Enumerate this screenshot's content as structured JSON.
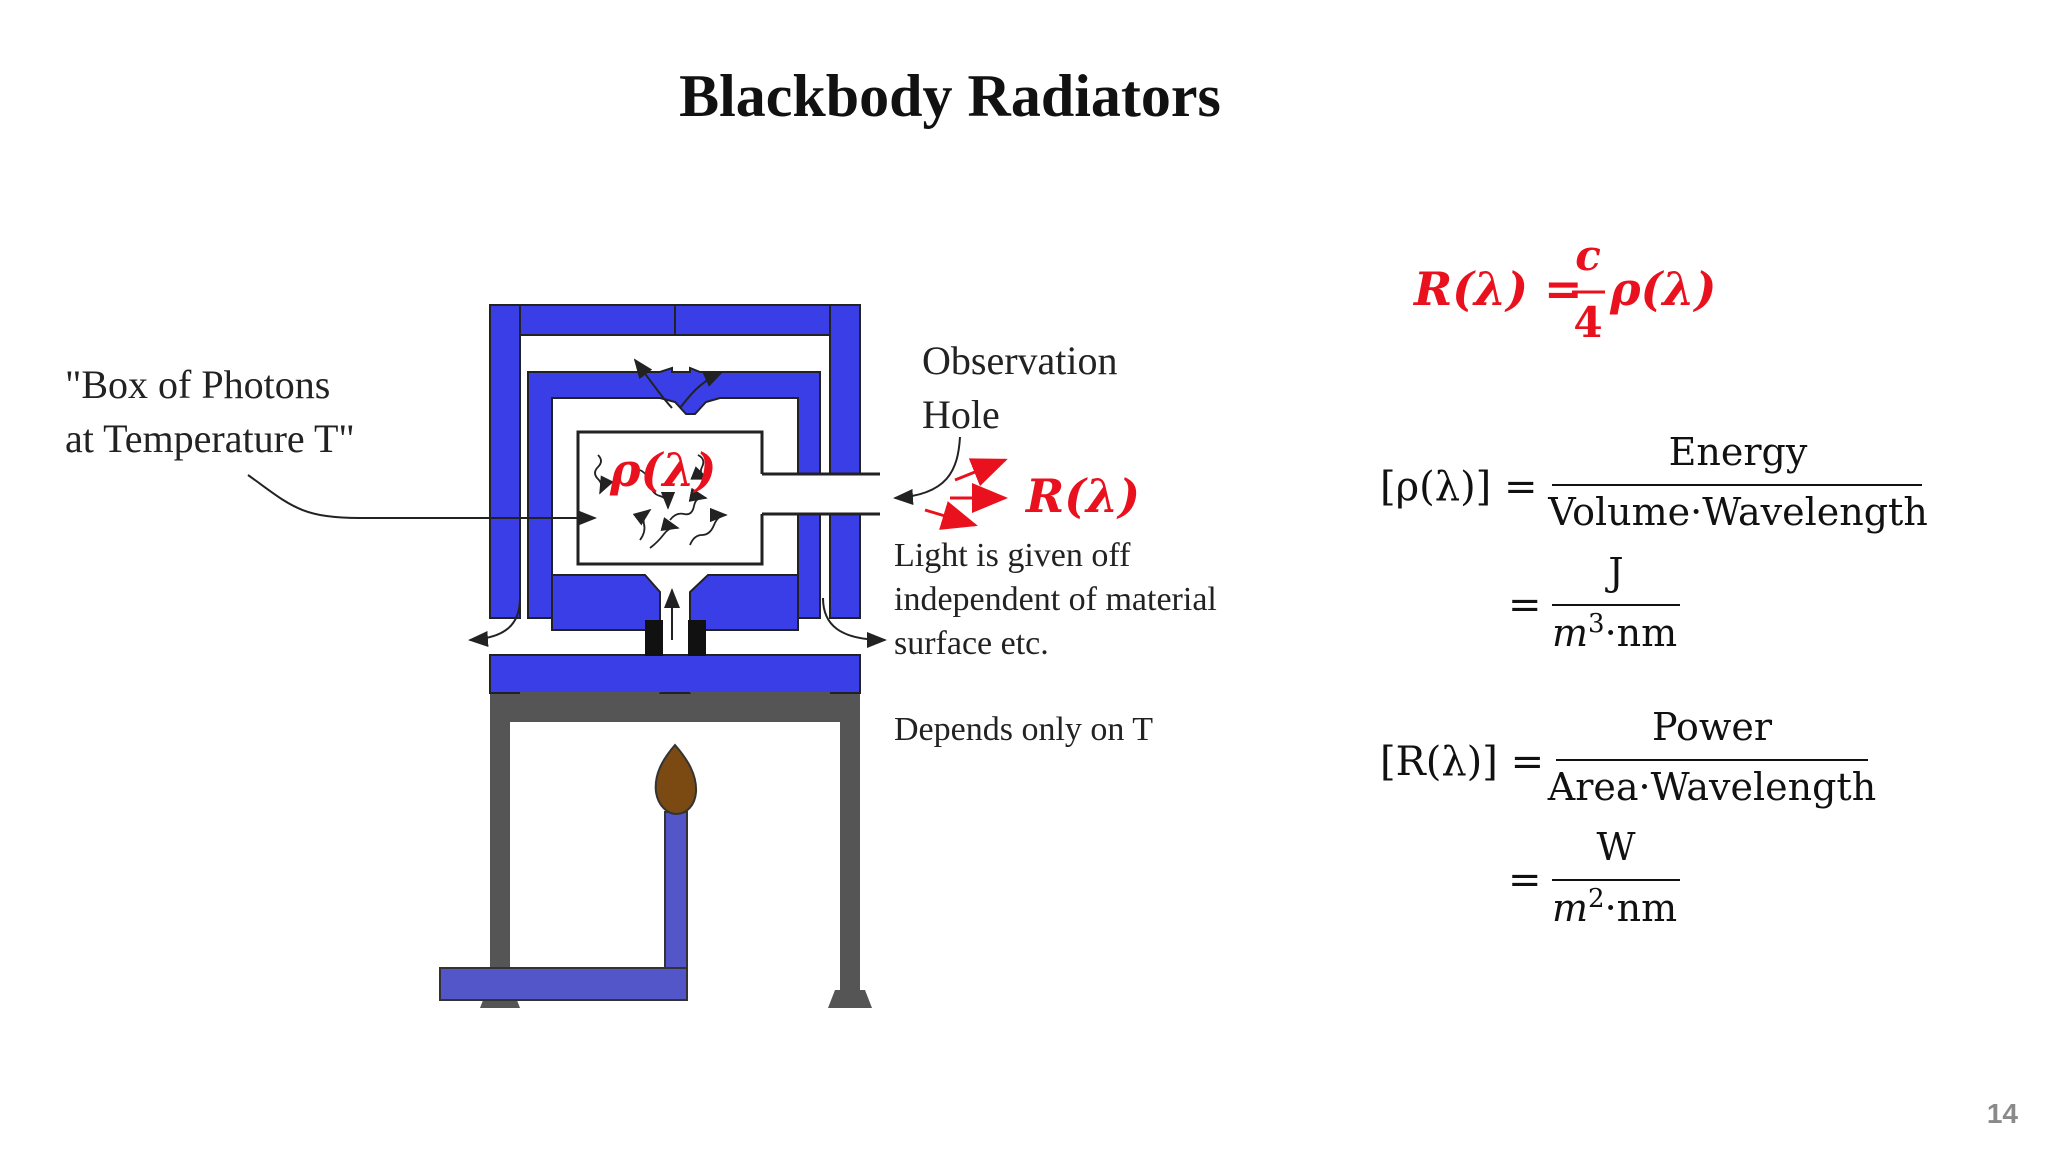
{
  "slide": {
    "title": "Blackbody Radiators",
    "page_number": "14"
  },
  "diagram": {
    "box_label_line1": "\"Box of Photons",
    "box_label_line2": "at Temperature T\"",
    "observation_line1": "Observation",
    "observation_line2": "Hole",
    "rho_label": "ρ(λ)",
    "r_label": "R(λ)",
    "light_line1": "Light is given off",
    "light_line2": "independent of material",
    "light_line3": "surface etc.",
    "depends": "Depends only on T",
    "colors": {
      "furnace": "#3a3ee6",
      "stand": "#555555",
      "flame": "#7a4a12",
      "accent": "#e8111d"
    }
  },
  "equations": {
    "main_lhs": "R(λ) =",
    "main_num": "c",
    "main_den": "4",
    "main_rhs": "ρ(λ)",
    "rho_lhs": "[ρ(λ)] =",
    "rho_num": "Energy",
    "rho_den": "Volume·Wavelength",
    "rho_num2": "J",
    "rho_den2_base": "m",
    "rho_den2_exp": "3",
    "rho_den2_rest": "·nm",
    "r_lhs": "[R(λ)] =",
    "r_num": "Power",
    "r_den": "Area·Wavelength",
    "r_num2": "W",
    "r_den2_base": "m",
    "r_den2_exp": "2",
    "r_den2_rest": "·nm",
    "equals": "="
  }
}
